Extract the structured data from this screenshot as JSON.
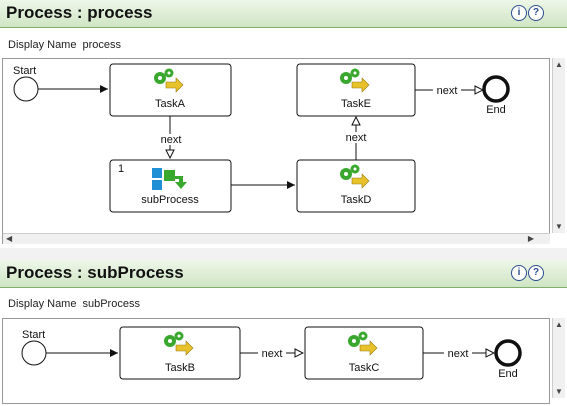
{
  "process_panel": {
    "title": "Process : process",
    "display_name_label": "Display Name",
    "display_name_value": "process",
    "help_icons": [
      "info-icon",
      "help-icon"
    ],
    "help_glyphs": [
      "i",
      "?"
    ],
    "nodes": {
      "start": "Start",
      "task_a": "TaskA",
      "task_e": "TaskE",
      "sub_process": "subProcess",
      "sub_process_badge": "1",
      "task_d": "TaskD",
      "end": "End"
    },
    "edges": {
      "a_to_sub": "next",
      "d_to_e": "next",
      "e_to_end": "next"
    }
  },
  "sub_panel": {
    "title": "Process : subProcess",
    "display_name_label": "Display Name",
    "display_name_value": "subProcess",
    "help_icons": [
      "info-icon",
      "help-icon"
    ],
    "help_glyphs": [
      "i",
      "?"
    ],
    "nodes": {
      "start": "Start",
      "task_b": "TaskB",
      "task_c": "TaskC",
      "end": "End"
    },
    "edges": {
      "b_to_c": "next",
      "c_to_end": "next"
    }
  },
  "colors": {
    "title_bar": "#cfe5c4",
    "gear_green": "#3aa82e",
    "arrow_yellow": "#e8c22a",
    "subprocess_blue": "#1f8fd6"
  }
}
